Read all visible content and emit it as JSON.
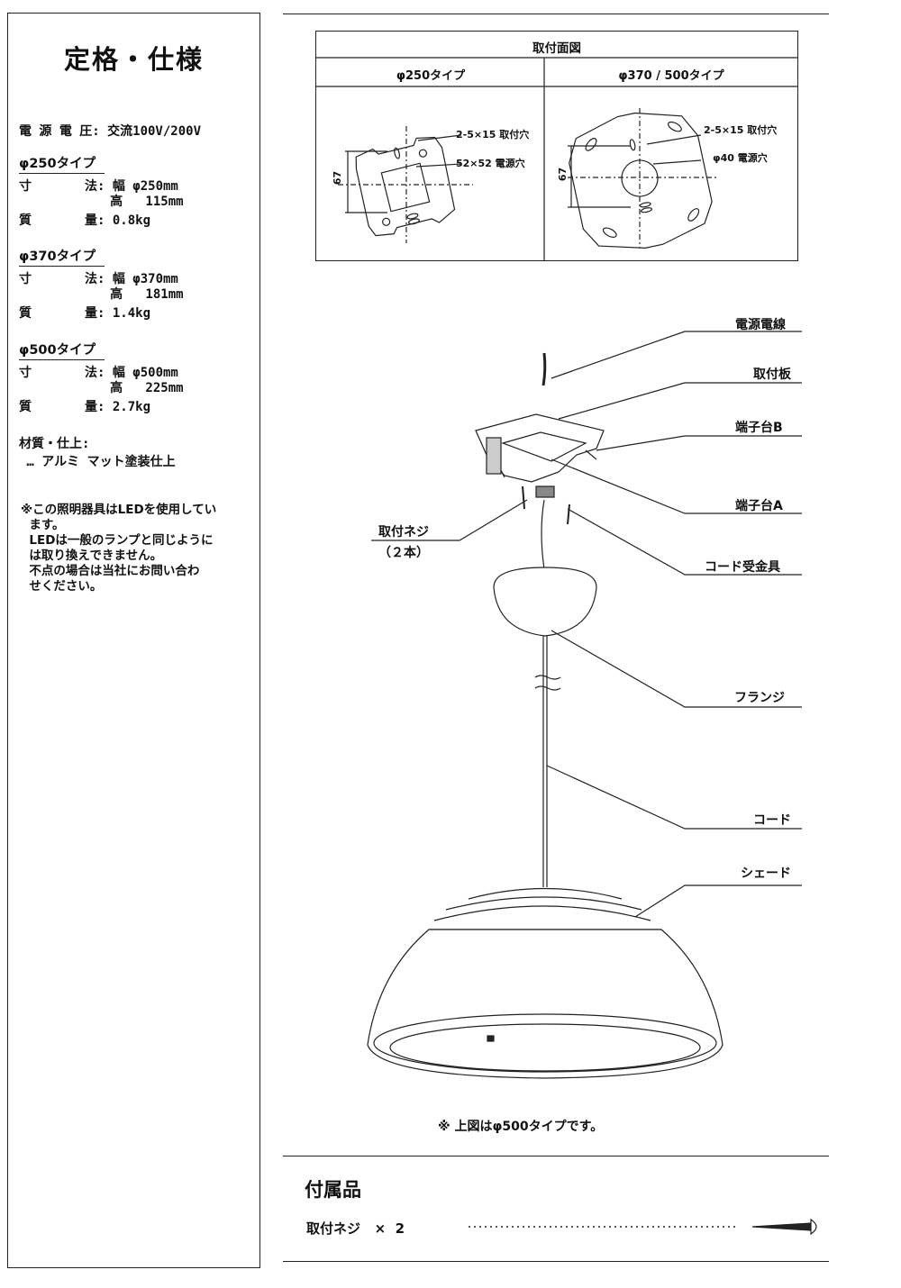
{
  "spec": {
    "title": "定格・仕様",
    "voltage": "電 源 電 圧: 交流100V/200V",
    "types": [
      {
        "head": "φ250タイプ",
        "size1": "寸       法: 幅 φ250mm",
        "size2": "            高   115mm",
        "mass": "質       量: 0.8kg"
      },
      {
        "head": "φ370タイプ",
        "size1": "寸       法: 幅 φ370mm",
        "size2": "            高   181mm",
        "mass": "質       量: 1.4kg"
      },
      {
        "head": "φ500タイプ",
        "size1": "寸       法: 幅 φ500mm",
        "size2": "            高   225mm",
        "mass": "質       量: 2.7kg"
      }
    ],
    "material_label": "材質・仕上:",
    "material_value": " … アルミ マット塗装仕上",
    "note_lines": [
      "※この照明器具はLEDを使用してい",
      "  ます。",
      "  LEDは一般のランプと同じように",
      "  は取り換えできません。",
      "  不点の場合は当社にお問い合わ",
      "  せください。"
    ]
  },
  "mounting": {
    "title": "取付面図",
    "col_left": "φ250タイプ",
    "col_right": "φ370 / 500タイプ",
    "left_hole": "2-5×15 取付穴",
    "left_power": "52×52 電源穴",
    "right_hole": "2-5×15 取付穴",
    "right_power": "φ40 電源穴",
    "dim_left": "67",
    "dim_right": "67"
  },
  "parts": {
    "power_wire": "電源電線",
    "mount_plate": "取付板",
    "terminal_b": "端子台B",
    "terminal_a": "端子台A",
    "screw": "取付ネジ",
    "screw_qty": "（２本）",
    "cord_fitting": "コード受金具",
    "flange": "フランジ",
    "cord": "コード",
    "shade": "シェード"
  },
  "figure_note": "※ 上図はφ500タイプです。",
  "accessories": {
    "title": "付属品",
    "item": "取付ネジ   ×  2"
  }
}
